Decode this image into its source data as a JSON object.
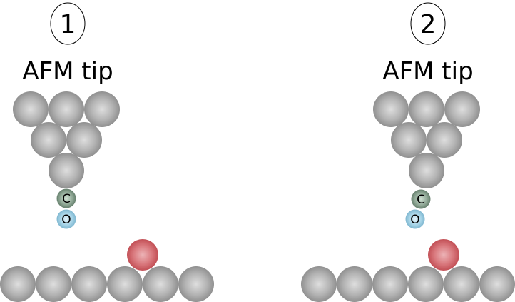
{
  "panels": [
    {
      "number": "1",
      "tip_label": "AFM tip",
      "carbon_label": "C",
      "oxygen_label": "O"
    },
    {
      "number": "2",
      "tip_label": "AFM tip",
      "carbon_label": "C",
      "oxygen_label": "O"
    }
  ],
  "colors": {
    "tip_atom": "#a0a0a0",
    "surface_atom": "#a0a0a0",
    "adatom": "#c95a5f",
    "carbon": "#6f8a78",
    "oxygen": "#8cc4dc"
  }
}
